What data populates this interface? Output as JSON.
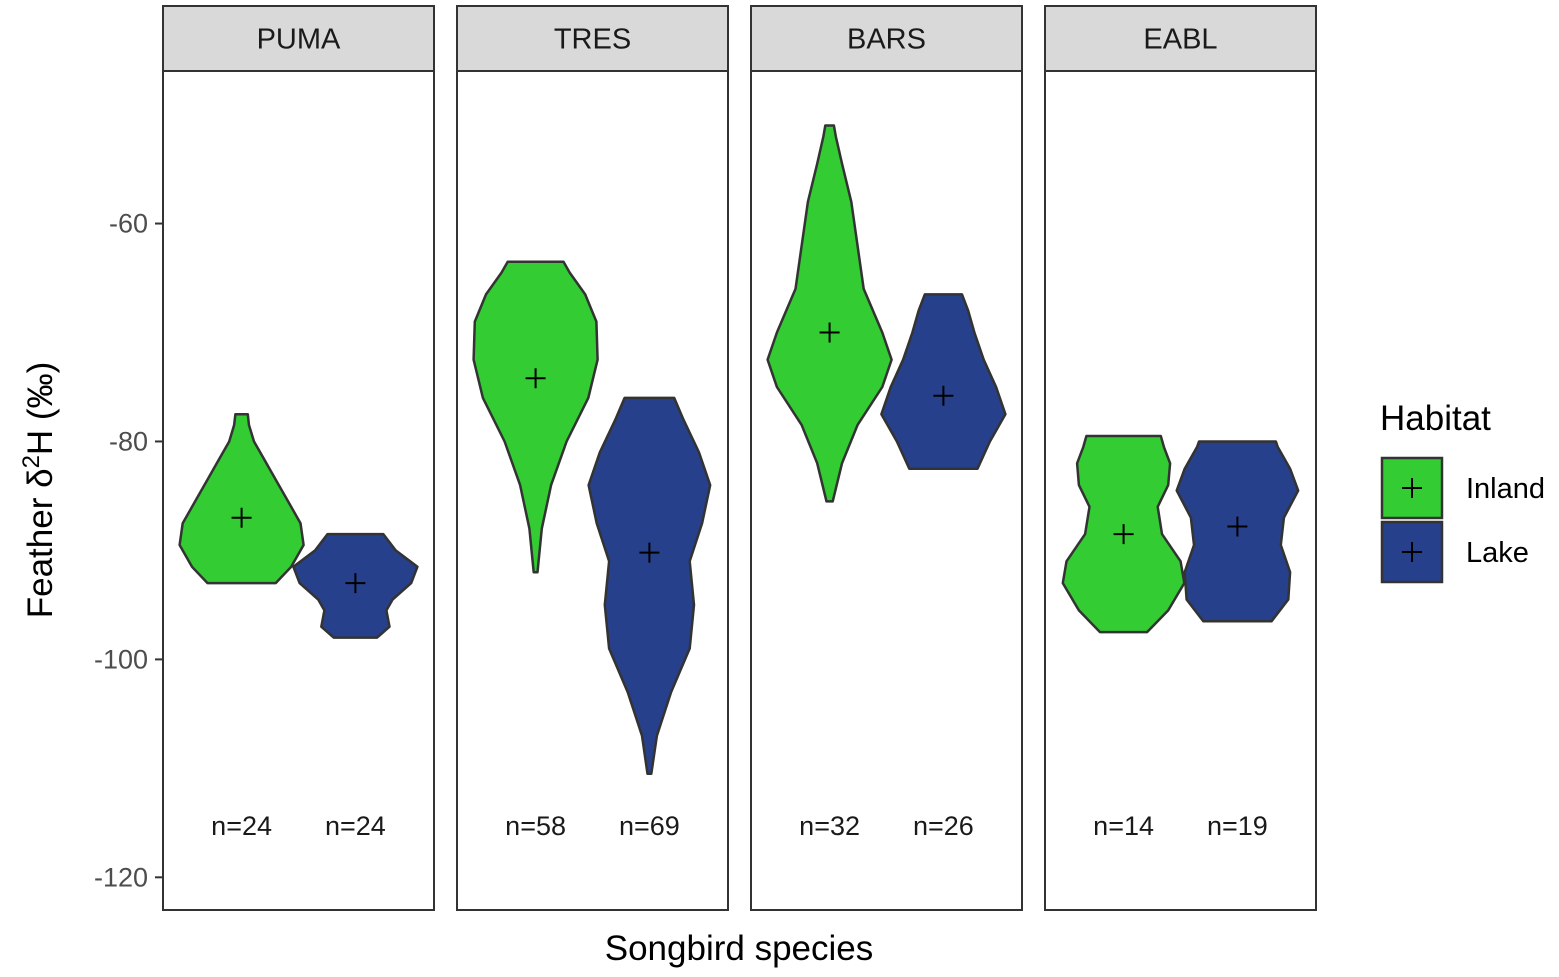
{
  "chart_data": {
    "type": "violin",
    "xlabel": "Songbird species",
    "ylabel_prefix": "Feather δ",
    "ylabel_sup": "2",
    "ylabel_suffix": "H (‰)",
    "ylim": [
      -123,
      -46
    ],
    "yticks": [
      -60,
      -80,
      -100,
      -120
    ],
    "grid": false,
    "legend": {
      "title": "Habitat",
      "position": "right",
      "entries": [
        {
          "name": "Inland",
          "color": "#33cc33"
        },
        {
          "name": "Lake",
          "color": "#27408b"
        }
      ]
    },
    "facets": [
      {
        "label": "PUMA",
        "groups": [
          {
            "habitat": "Inland",
            "n_label": "n=24",
            "mean": -87.0,
            "min": -93.0,
            "max": -77.5,
            "profile": [
              [
                -93.0,
                0.55
              ],
              [
                -91.5,
                0.8
              ],
              [
                -89.5,
                1.0
              ],
              [
                -87.5,
                0.95
              ],
              [
                -85.5,
                0.75
              ],
              [
                -83.5,
                0.55
              ],
              [
                -81.5,
                0.35
              ],
              [
                -80.0,
                0.2
              ],
              [
                -78.5,
                0.12
              ],
              [
                -77.5,
                0.1
              ]
            ]
          },
          {
            "habitat": "Lake",
            "n_label": "n=24",
            "mean": -93.0,
            "min": -98.0,
            "max": -88.5,
            "profile": [
              [
                -98.0,
                0.35
              ],
              [
                -97.0,
                0.55
              ],
              [
                -95.5,
                0.5
              ],
              [
                -94.5,
                0.6
              ],
              [
                -93.0,
                0.9
              ],
              [
                -91.5,
                1.0
              ],
              [
                -90.0,
                0.65
              ],
              [
                -88.5,
                0.45
              ]
            ]
          }
        ]
      },
      {
        "label": "TRES",
        "groups": [
          {
            "habitat": "Inland",
            "n_label": "n=58",
            "mean": -74.2,
            "min": -92.0,
            "max": -63.5,
            "profile": [
              [
                -92.0,
                0.03
              ],
              [
                -88.0,
                0.1
              ],
              [
                -84.0,
                0.25
              ],
              [
                -80.0,
                0.5
              ],
              [
                -76.0,
                0.85
              ],
              [
                -72.5,
                1.0
              ],
              [
                -69.0,
                0.98
              ],
              [
                -66.5,
                0.8
              ],
              [
                -64.5,
                0.55
              ],
              [
                -63.5,
                0.45
              ]
            ]
          },
          {
            "habitat": "Lake",
            "n_label": "n=69",
            "mean": -90.2,
            "min": -110.5,
            "max": -76.0,
            "profile": [
              [
                -110.5,
                0.03
              ],
              [
                -107.0,
                0.12
              ],
              [
                -103.0,
                0.35
              ],
              [
                -99.0,
                0.65
              ],
              [
                -95.0,
                0.72
              ],
              [
                -91.0,
                0.65
              ],
              [
                -87.5,
                0.85
              ],
              [
                -84.0,
                0.98
              ],
              [
                -81.0,
                0.8
              ],
              [
                -78.0,
                0.55
              ],
              [
                -76.0,
                0.4
              ]
            ]
          }
        ]
      },
      {
        "label": "BARS",
        "groups": [
          {
            "habitat": "Inland",
            "n_label": "n=32",
            "mean": -70.0,
            "min": -85.5,
            "max": -51.0,
            "profile": [
              [
                -85.5,
                0.05
              ],
              [
                -82.0,
                0.2
              ],
              [
                -78.5,
                0.45
              ],
              [
                -75.0,
                0.85
              ],
              [
                -72.5,
                1.0
              ],
              [
                -70.0,
                0.85
              ],
              [
                -66.0,
                0.55
              ],
              [
                -62.0,
                0.45
              ],
              [
                -58.0,
                0.35
              ],
              [
                -54.5,
                0.2
              ],
              [
                -52.0,
                0.1
              ],
              [
                -51.0,
                0.07
              ]
            ]
          },
          {
            "habitat": "Lake",
            "n_label": "n=26",
            "mean": -75.8,
            "min": -82.5,
            "max": -66.5,
            "profile": [
              [
                -82.5,
                0.55
              ],
              [
                -80.0,
                0.75
              ],
              [
                -77.5,
                1.0
              ],
              [
                -75.0,
                0.85
              ],
              [
                -72.5,
                0.65
              ],
              [
                -70.0,
                0.5
              ],
              [
                -68.0,
                0.4
              ],
              [
                -66.5,
                0.3
              ]
            ]
          }
        ]
      },
      {
        "label": "EABL",
        "groups": [
          {
            "habitat": "Inland",
            "n_label": "n=14",
            "mean": -88.5,
            "min": -97.5,
            "max": -79.5,
            "profile": [
              [
                -97.5,
                0.38
              ],
              [
                -95.5,
                0.72
              ],
              [
                -93.0,
                0.98
              ],
              [
                -91.0,
                0.92
              ],
              [
                -88.5,
                0.62
              ],
              [
                -86.0,
                0.55
              ],
              [
                -84.0,
                0.72
              ],
              [
                -82.0,
                0.75
              ],
              [
                -80.5,
                0.65
              ],
              [
                -79.5,
                0.6
              ]
            ]
          },
          {
            "habitat": "Lake",
            "n_label": "n=19",
            "mean": -87.8,
            "min": -96.5,
            "max": -80.0,
            "profile": [
              [
                -96.5,
                0.55
              ],
              [
                -94.5,
                0.82
              ],
              [
                -92.0,
                0.85
              ],
              [
                -89.5,
                0.7
              ],
              [
                -87.0,
                0.75
              ],
              [
                -84.5,
                0.98
              ],
              [
                -82.5,
                0.85
              ],
              [
                -80.5,
                0.65
              ],
              [
                -80.0,
                0.62
              ]
            ]
          }
        ]
      }
    ]
  }
}
